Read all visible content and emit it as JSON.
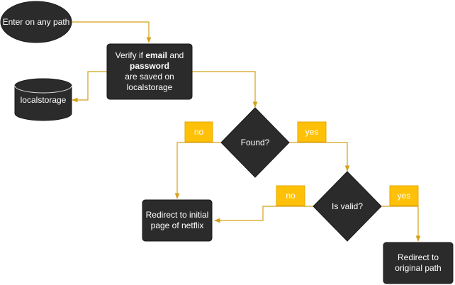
{
  "colors": {
    "node_fill": "#2b2b2b",
    "node_stroke": "#1a1a1a",
    "edge": "#d4a017",
    "tag_fill": "#ffc107",
    "tag_stroke": "#e6a800"
  },
  "nodes": {
    "start": "Enter on any path",
    "verify": {
      "pre": "Verify if ",
      "email": "email",
      "and": " and",
      "password": "password",
      "post": "are saved on localstorage"
    },
    "storage": "localstorage",
    "found": "Found?",
    "is_valid": "Is valid?",
    "redirect_initial": "Redirect to initial page of netflix",
    "redirect_original": "Redirect to original path"
  },
  "labels": {
    "found_no": "no",
    "found_yes": "yes",
    "valid_no": "no",
    "valid_yes": "yes"
  }
}
